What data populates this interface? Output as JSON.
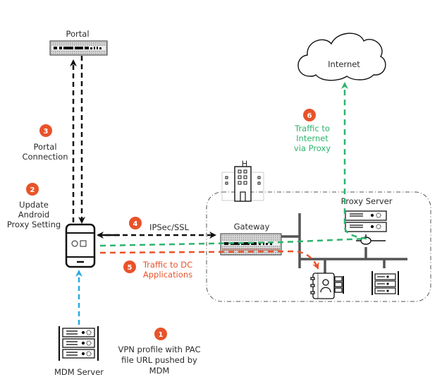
{
  "colors": {
    "black": "#111111",
    "orange": "#e8532a",
    "green": "#2db46d",
    "blue": "#29a9e0",
    "gray": "#555555"
  },
  "nodes": {
    "portal": "Portal",
    "internet": "Internet",
    "gateway": "Gateway",
    "proxy_server": "Proxy Server",
    "mdm_server": "MDM Server",
    "building_marker": "H"
  },
  "steps": [
    {
      "num": "1",
      "lines": [
        "VPN profile with PAC",
        "file URL pushed by",
        "MDM"
      ]
    },
    {
      "num": "2",
      "lines": [
        "Update",
        "Android",
        "Proxy Setting"
      ]
    },
    {
      "num": "3",
      "lines": [
        "Portal",
        "Connection"
      ]
    },
    {
      "num": "4",
      "lines": [
        "IPSec/SSL"
      ]
    },
    {
      "num": "5",
      "lines": [
        "Traffic to DC",
        "Applications"
      ]
    },
    {
      "num": "6",
      "lines": [
        "Traffic to",
        "Internet",
        "via Proxy"
      ]
    }
  ]
}
